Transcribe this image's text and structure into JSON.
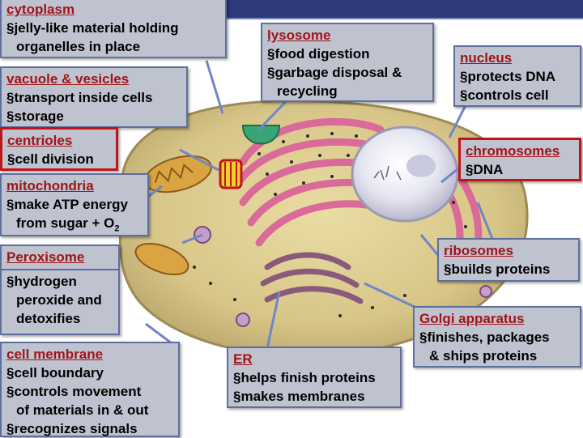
{
  "colors": {
    "label_bg": "#bfc3cf",
    "border": "#5e6f9e",
    "title": "#a0141a",
    "highlight_border": "#c0141a",
    "leader": "#6f86c9",
    "header_bar": "#2e3a7a"
  },
  "labels": {
    "cytoplasm": {
      "title": "cytoplasm",
      "lines": [
        "§jelly-like material holding",
        "organelles in place"
      ]
    },
    "lysosome": {
      "title": "lysosome",
      "lines": [
        "§food digestion",
        "§garbage disposal &",
        "recycling"
      ]
    },
    "nucleus": {
      "title": "nucleus",
      "lines": [
        "§protects DNA",
        "§controls cell"
      ]
    },
    "vacuole": {
      "title": "vacuole & vesicles",
      "lines": [
        "§transport inside cells",
        "§storage"
      ]
    },
    "centrioles": {
      "title": "centrioles",
      "lines": [
        "§cell division"
      ]
    },
    "chromosomes": {
      "title": "chromosomes",
      "lines": [
        "§DNA"
      ]
    },
    "mitochondria": {
      "title": "mitochondria",
      "lines": [
        "§make ATP energy",
        "from sugar + O"
      ],
      "subscript": "2"
    },
    "peroxisome": {
      "title": "Peroxisome",
      "lines": [
        "§hydrogen",
        "peroxide and",
        "detoxifies"
      ]
    },
    "ribosomes": {
      "title": "ribosomes",
      "lines": [
        "§builds proteins"
      ]
    },
    "golgi": {
      "title": "Golgi apparatus",
      "lines": [
        "§finishes, packages",
        "& ships proteins"
      ]
    },
    "membrane": {
      "title": "cell membrane",
      "lines": [
        "§cell boundary",
        "§controls movement",
        "of materials in & out",
        "§recognizes signals"
      ]
    },
    "er": {
      "title": "ER",
      "lines": [
        "§helps finish proteins",
        "§makes membranes"
      ]
    }
  }
}
